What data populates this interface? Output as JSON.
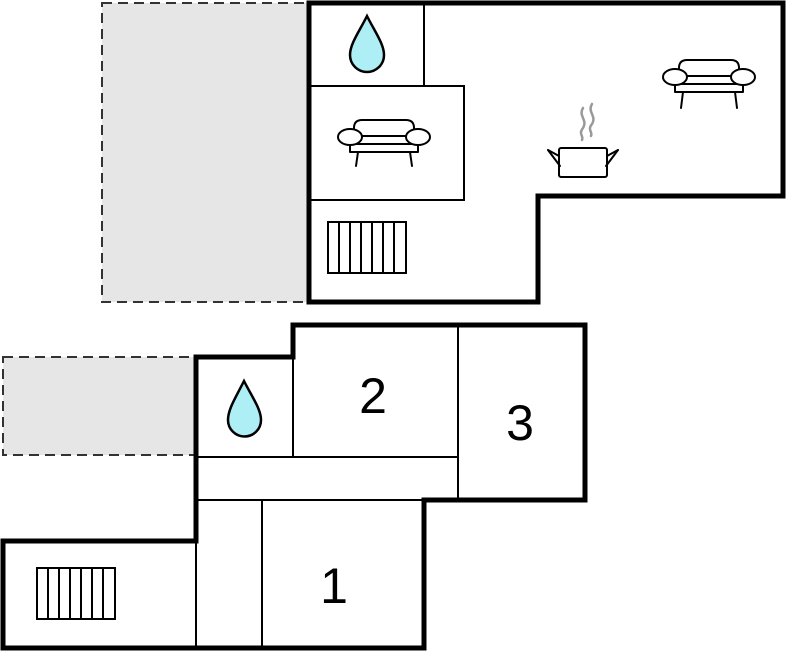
{
  "colors": {
    "background": "#ffffff",
    "wall": "#000000",
    "terrace": "#e6e6e6",
    "water": "#aeeef5",
    "steam": "#999999"
  },
  "upper_floor": {
    "icons": [
      "bathroom-water-drop-icon",
      "sofa-icon",
      "sofa-icon",
      "cooking-pot-icon",
      "radiator-icon"
    ]
  },
  "lower_floor": {
    "rooms": [
      {
        "number": "1"
      },
      {
        "number": "2"
      },
      {
        "number": "3"
      }
    ],
    "icons": [
      "bathroom-water-drop-icon",
      "radiator-icon"
    ]
  }
}
